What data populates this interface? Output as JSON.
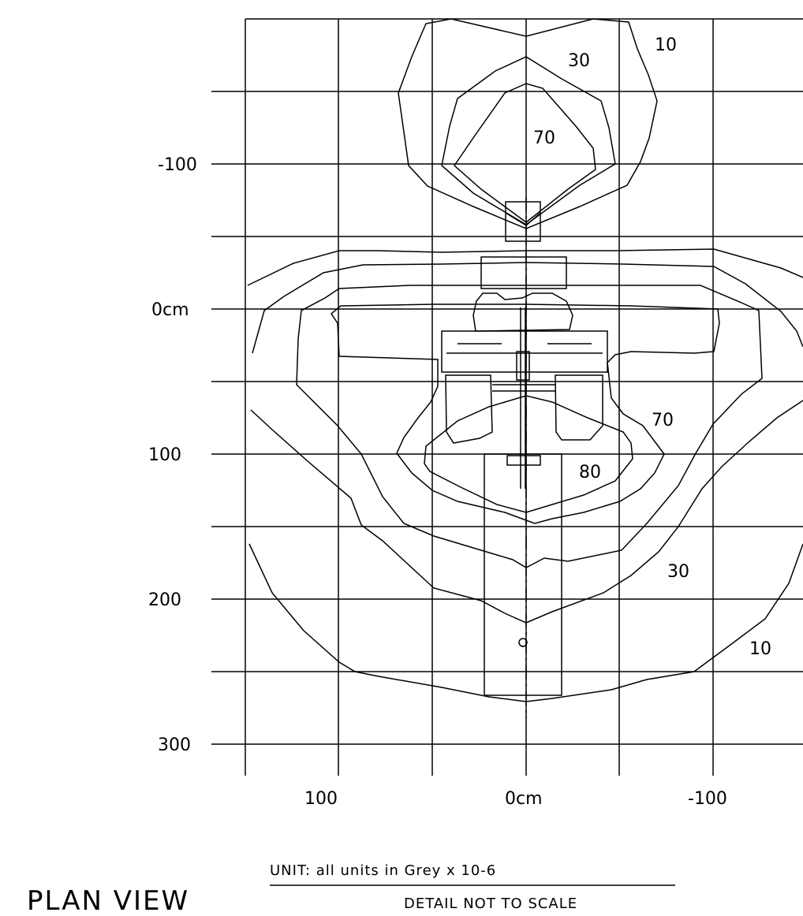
{
  "y_axis": {
    "ticks": [
      "-100",
      "0cm",
      "100",
      "200",
      "300"
    ]
  },
  "x_axis": {
    "ticks": [
      "100",
      "0cm",
      "-100"
    ]
  },
  "contour_labels": [
    {
      "name": "top-10",
      "text": "10"
    },
    {
      "name": "top-30",
      "text": "30"
    },
    {
      "name": "top-70",
      "text": "70"
    },
    {
      "name": "mid-70",
      "text": "70"
    },
    {
      "name": "mid-80",
      "text": "80"
    },
    {
      "name": "low-30",
      "text": "30"
    },
    {
      "name": "low-10",
      "text": "10"
    }
  ],
  "footer": {
    "title": "PLAN VIEW",
    "unit": "UNIT: all units in Grey x 10-6",
    "scale_note": "DETAIL NOT TO SCALE"
  }
}
